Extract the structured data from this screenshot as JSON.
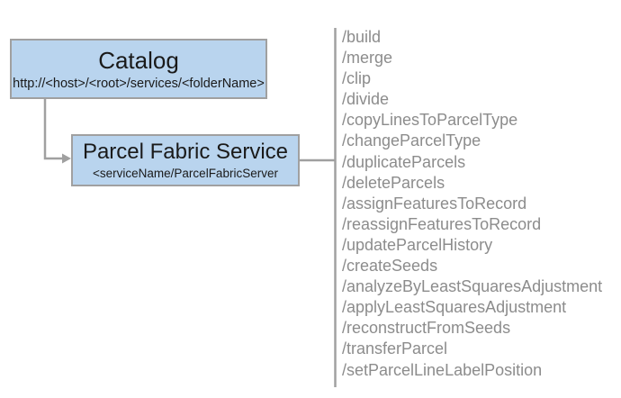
{
  "diagram": {
    "nodes": [
      {
        "id": "catalog",
        "title": "Catalog",
        "subtitle": "http://<host>/<root>/services/<folderName>"
      },
      {
        "id": "parcel-fabric-service",
        "title": "Parcel Fabric Service",
        "subtitle": "<serviceName/ParcelFabricServer"
      }
    ],
    "operations": [
      "/build",
      "/merge",
      "/clip",
      "/divide",
      "/copyLinesToParcelType",
      "/changeParcelType",
      "/duplicateParcels",
      "/deleteParcels",
      "/assignFeaturesToRecord",
      "/reassignFeaturesToRecord",
      "/updateParcelHistory",
      "/createSeeds",
      "/analyzeByLeastSquaresAdjustment",
      "/applyLeastSquaresAdjustment",
      "/reconstructFromSeeds",
      "/transferParcel",
      "/setParcelLineLabelPosition"
    ],
    "colors": {
      "node_fill": "#b9d4ee",
      "node_border": "#a0a0a0",
      "connector": "#a0a0a0",
      "operation_text": "#8c8c8c",
      "node_text": "#1a1a1a",
      "background": "#ffffff"
    }
  }
}
